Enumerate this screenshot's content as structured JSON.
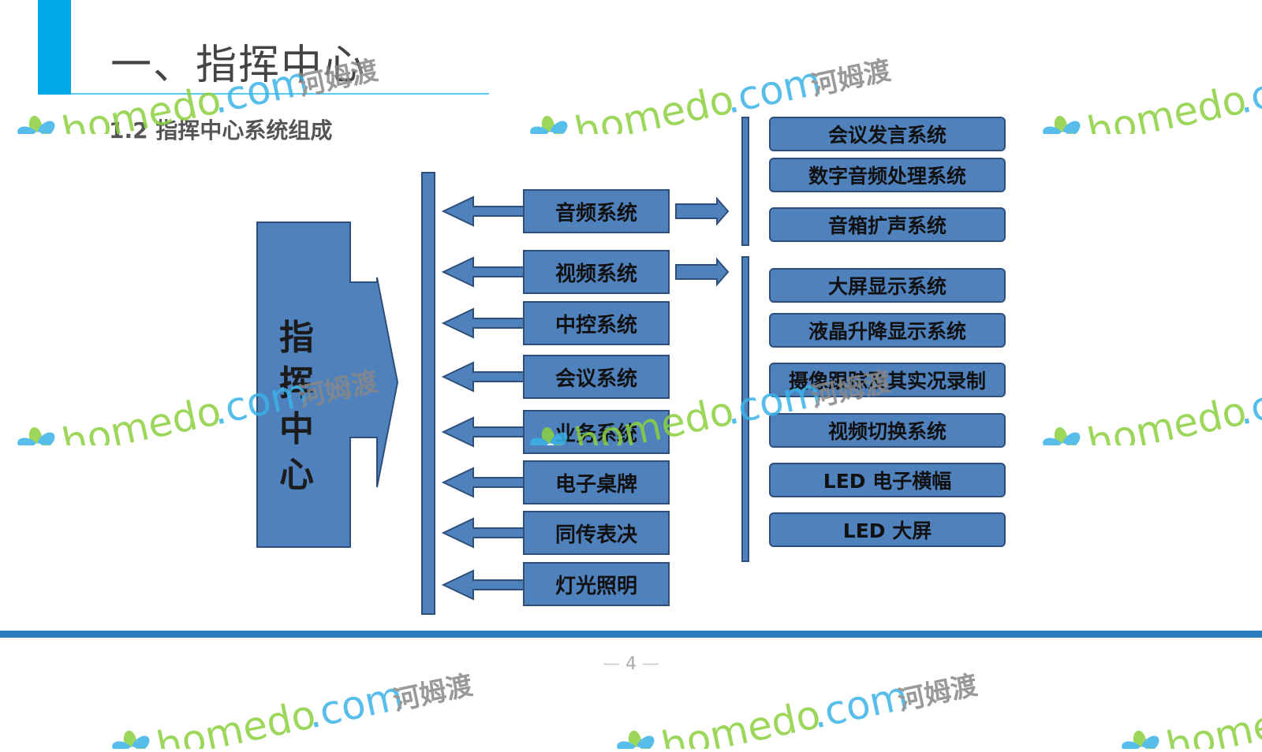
{
  "header": {
    "title": "一、指挥中心",
    "subtitle": "1.2 指挥中心系统组成"
  },
  "diagram": {
    "center_label_chars": [
      "指",
      "挥",
      "中",
      "心"
    ],
    "systems": [
      {
        "label": "音频系统"
      },
      {
        "label": "视频系统"
      },
      {
        "label": "中控系统"
      },
      {
        "label": "会议系统"
      },
      {
        "label": "业务系统"
      },
      {
        "label": "电子桌牌"
      },
      {
        "label": "同传表决"
      },
      {
        "label": "灯光照明"
      }
    ],
    "audio_subsystems": [
      {
        "label": "会议发言系统"
      },
      {
        "label": "数字音频处理系统"
      },
      {
        "label": "音箱扩声系统"
      }
    ],
    "video_subsystems": [
      {
        "label": "大屏显示系统"
      },
      {
        "label": "液晶升降显示系统"
      },
      {
        "label": "摄像跟踪及其实况录制"
      },
      {
        "label": "视频切换系统"
      },
      {
        "label": "LED 电子横幅"
      },
      {
        "label": "LED 大屏"
      }
    ]
  },
  "footer": {
    "page_number": "4"
  },
  "watermark": {
    "text": "homedo.com",
    "brand_cn": "河姆渡"
  },
  "colors": {
    "accent": "#00a8e8",
    "block_fill": "#4f81bd",
    "block_border": "#2d4f7a",
    "bottom_rule": "#2b7bbf",
    "watermark_green": "#8bd13f",
    "watermark_blue": "#3ab3e8"
  }
}
